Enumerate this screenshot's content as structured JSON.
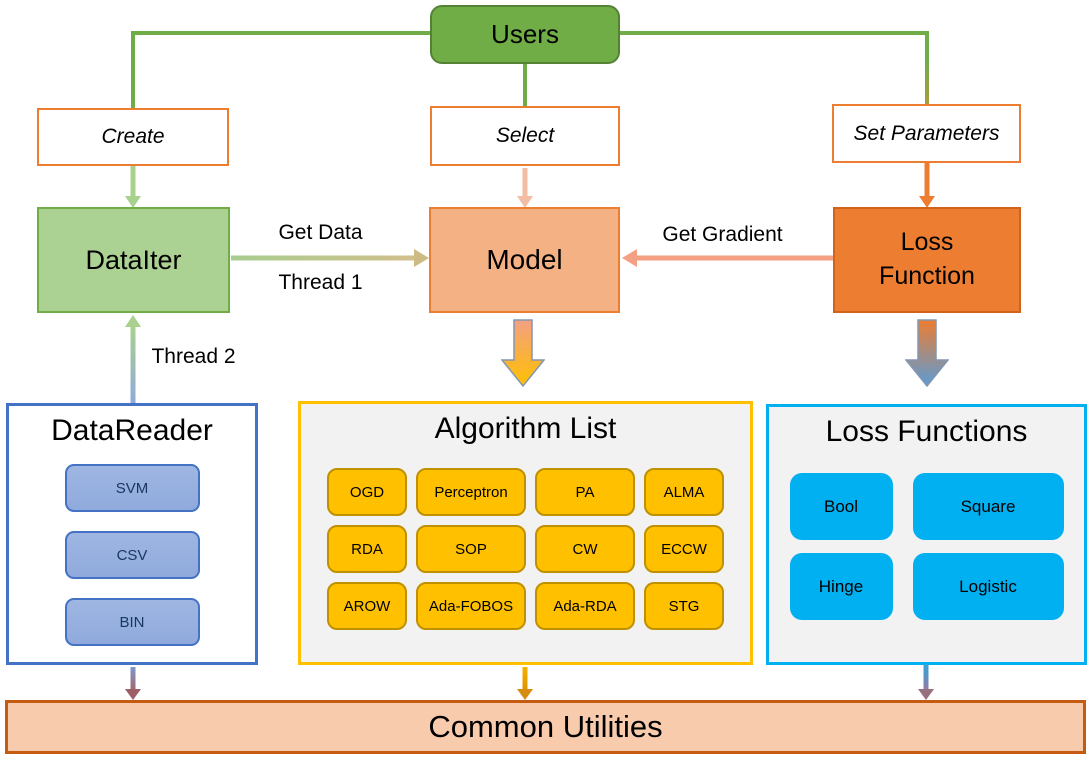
{
  "nodes": {
    "users": "Users",
    "create": "Create",
    "select": "Select",
    "set_parameters": "Set Parameters",
    "dataiter": "DataIter",
    "model": "Model",
    "loss_function": "Loss Function"
  },
  "edges": {
    "get_data": "Get Data",
    "thread_1": "Thread 1",
    "thread_2": "Thread 2",
    "get_gradient": "Get Gradient"
  },
  "data_reader": {
    "title": "DataReader",
    "items": [
      "SVM",
      "CSV",
      "BIN"
    ]
  },
  "algorithm_list": {
    "title": "Algorithm List",
    "items": [
      "OGD",
      "Perceptron",
      "PA",
      "ALMA",
      "RDA",
      "SOP",
      "CW",
      "ECCW",
      "AROW",
      "Ada-FOBOS",
      "Ada-RDA",
      "STG"
    ]
  },
  "loss_functions": {
    "title": "Loss Functions",
    "items": [
      "Bool",
      "Square",
      "Hinge",
      "Logistic"
    ]
  },
  "common_utilities": {
    "title": "Common Utilities"
  },
  "colors": {
    "green": "#70AD47",
    "light_green": "#A9D18E",
    "orange": "#ED7D31",
    "salmon": "#F4B183",
    "peach": "#F8CBAD",
    "dark_orange_border": "#C55A11",
    "gold": "#FFC000",
    "gold_border": "#BF9000",
    "blue": "#4472C4",
    "periwinkle": "#8FAADC",
    "cyan": "#00B0F0",
    "steel_blue": "#5B9BD5",
    "panel_gray": "#F2F2F2"
  }
}
